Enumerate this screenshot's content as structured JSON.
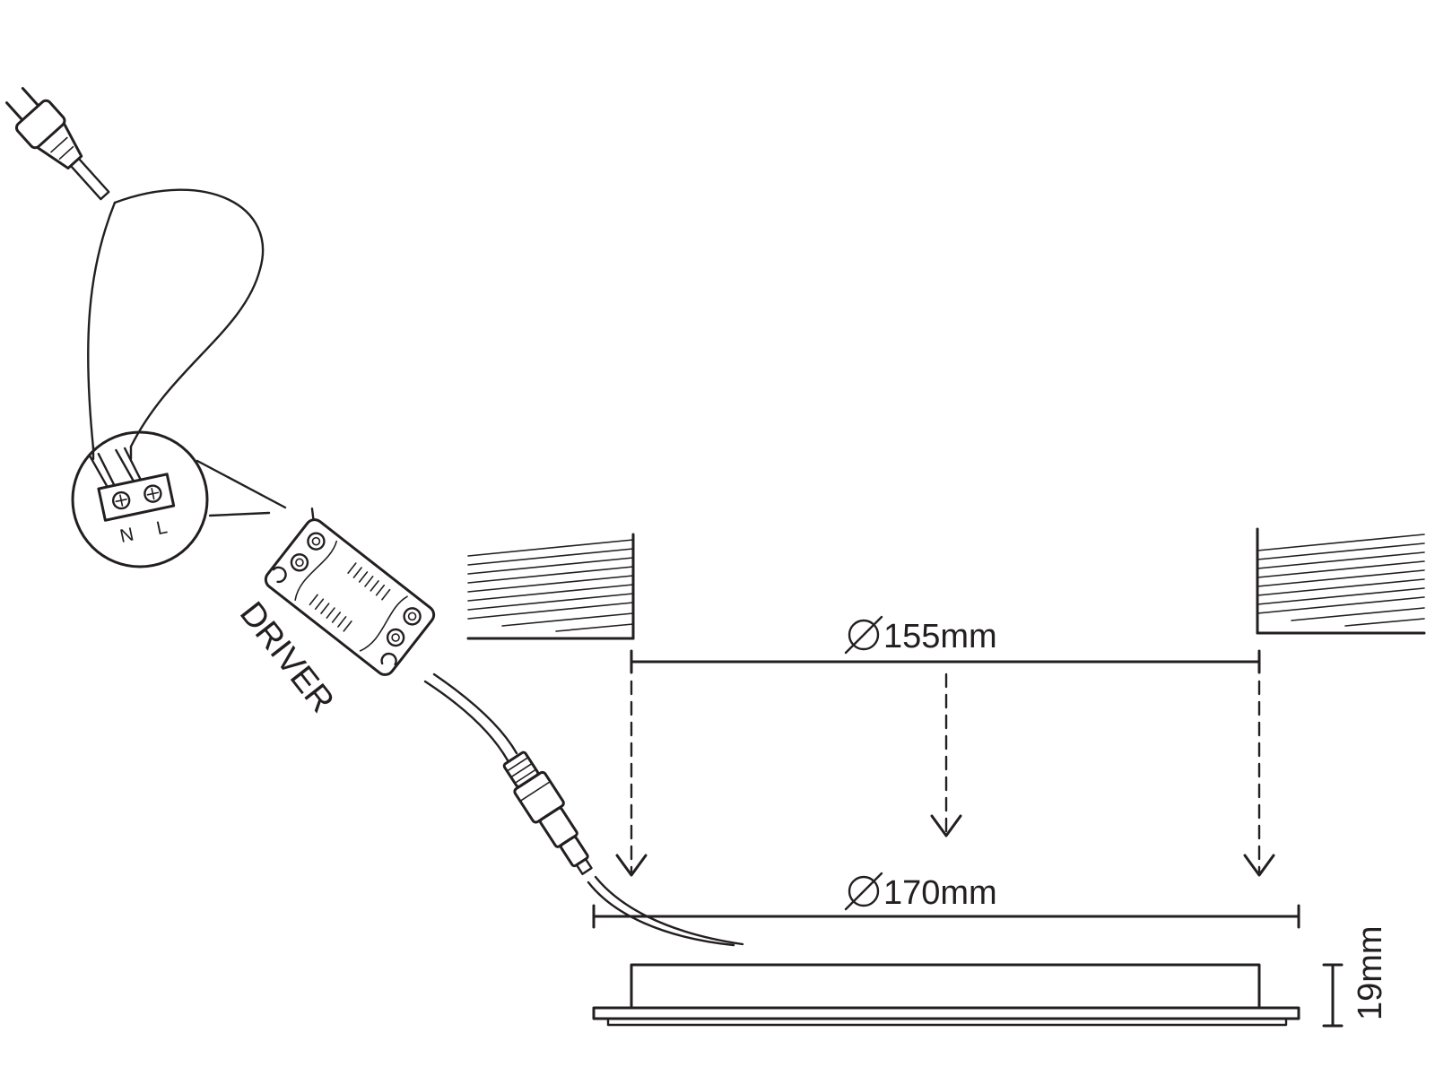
{
  "labels": {
    "driver": "DRIVER",
    "terminal_n": "N",
    "terminal_l": "L",
    "cutout_diameter": "155mm",
    "panel_diameter": "170mm",
    "panel_height": "19mm"
  },
  "colors": {
    "line": "#231f20",
    "background": "#ffffff"
  }
}
